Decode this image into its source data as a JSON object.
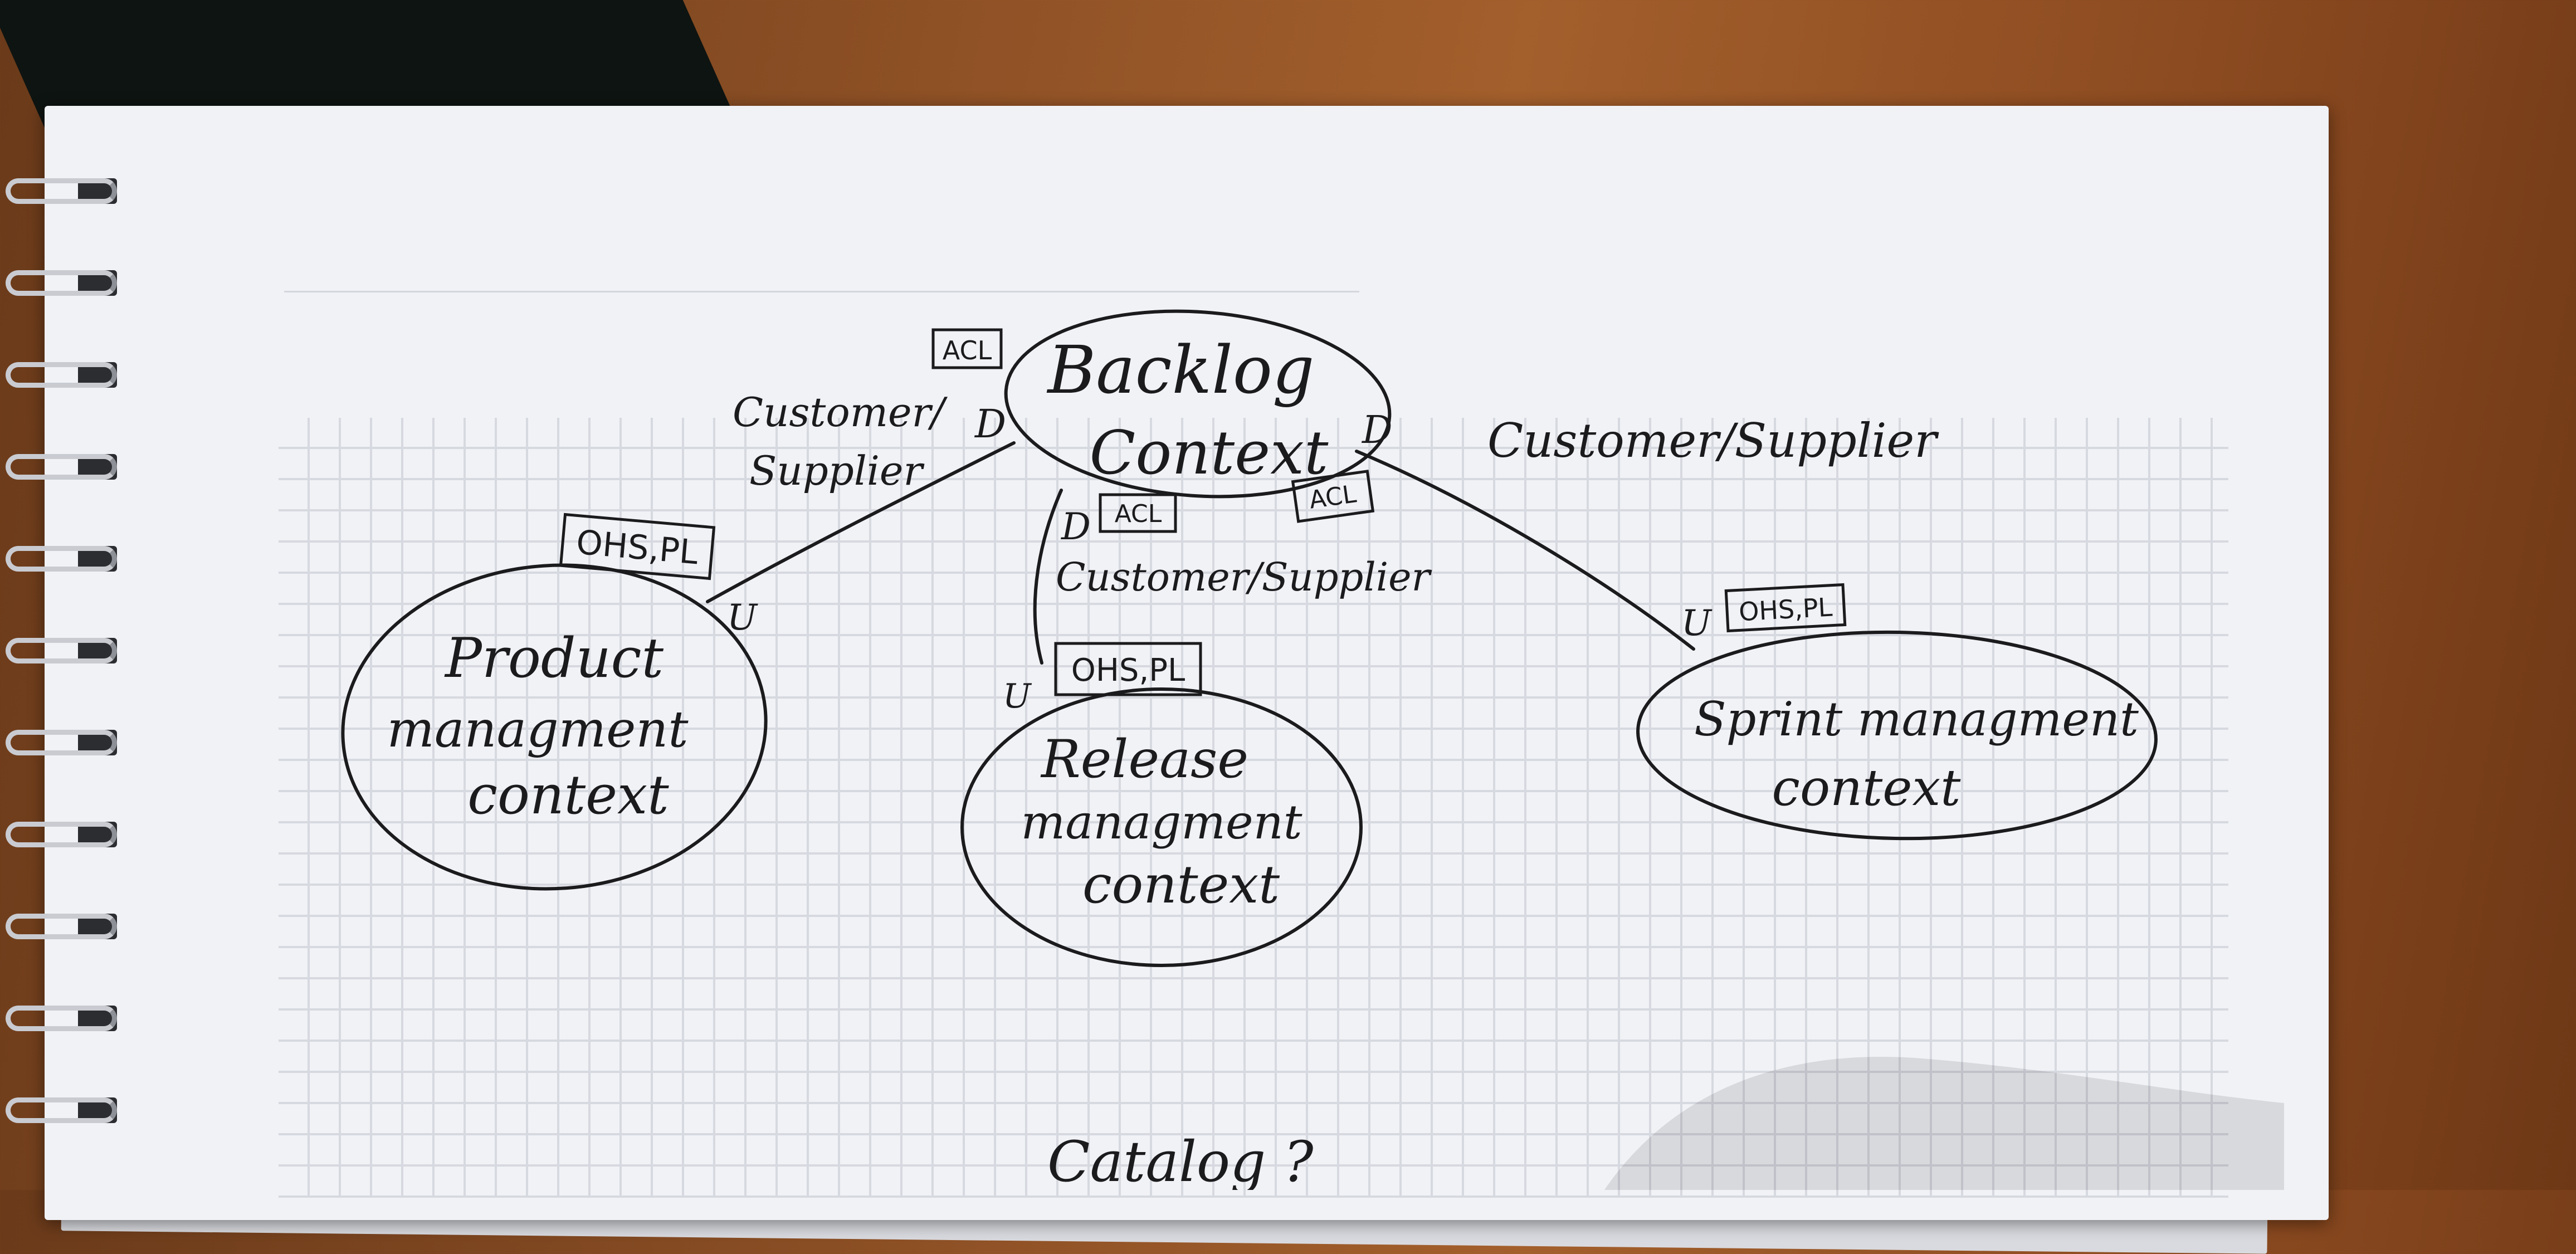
{
  "nodes": {
    "backlog": {
      "line1": "Backlog",
      "line2": "Context"
    },
    "product": {
      "line1": "Product",
      "line2": "managment",
      "line3": "context"
    },
    "release": {
      "line1": "Release",
      "line2": "managment",
      "line3": "context"
    },
    "sprint": {
      "line1": "Sprint managment",
      "line2": "context"
    }
  },
  "relations": {
    "backlog_product": {
      "label_line1": "Customer/",
      "label_line2": "Supplier",
      "downstream": "D",
      "upstream": "U",
      "downstream_tag": "ACL",
      "upstream_tag": "OHS,PL"
    },
    "backlog_release": {
      "label": "Customer/Supplier",
      "downstream": "D",
      "upstream": "U",
      "downstream_tag": "ACL",
      "upstream_tag": "OHS,PL"
    },
    "backlog_sprint": {
      "label": "Customer/Supplier",
      "downstream": "D",
      "upstream": "U",
      "downstream_tag": "ACL",
      "upstream_tag": "OHS,PL"
    }
  },
  "footer_text": "Catalog ?"
}
